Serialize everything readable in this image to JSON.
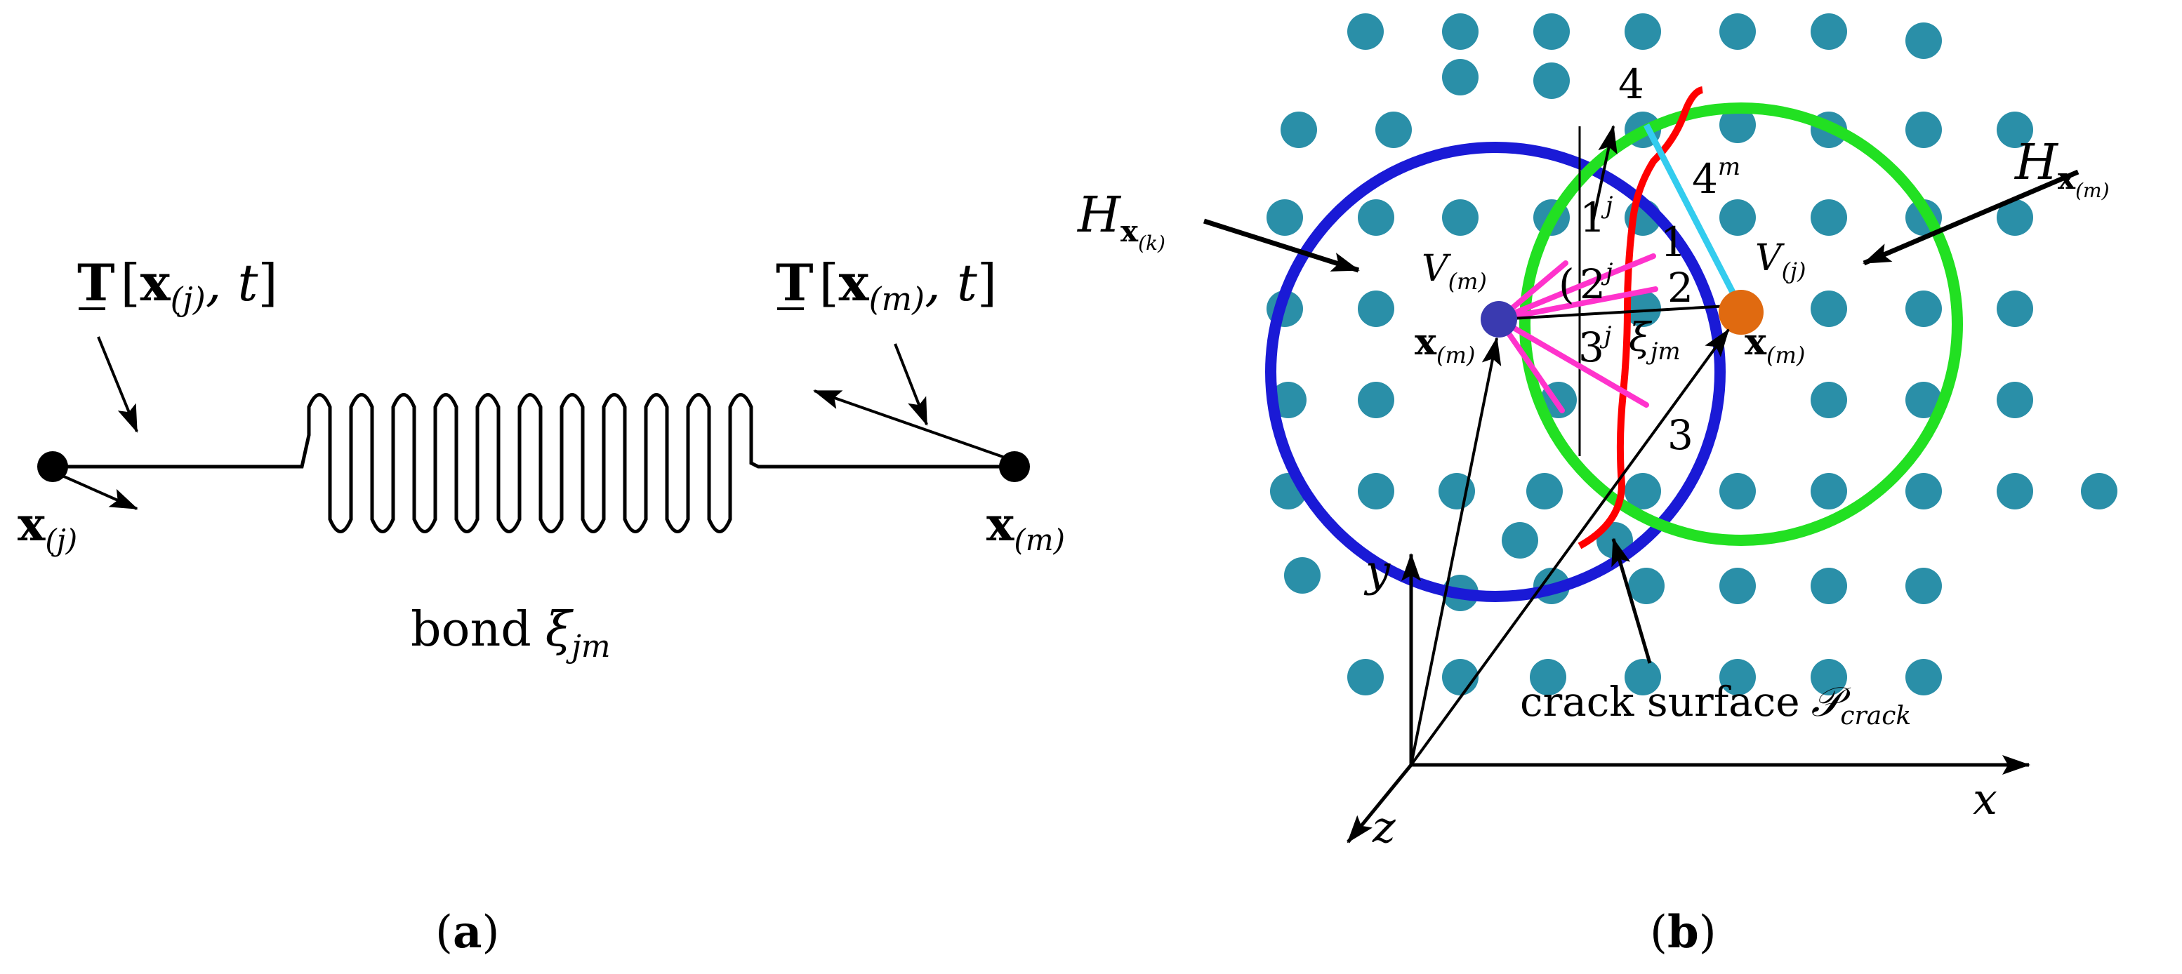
{
  "panel_a": {
    "caption_open": "(",
    "caption_letter": "a",
    "caption_close": ")",
    "traction_left": {
      "T": "T",
      "bracket_open": "[",
      "x": "x",
      "sub": "(j)",
      "rest": ", t",
      "bracket_close": "]"
    },
    "traction_right": {
      "T": "T",
      "bracket_open": "[",
      "x": "x",
      "sub": "(m)",
      "rest": ", t",
      "bracket_close": "]"
    },
    "node_left": {
      "x": "x",
      "sub": "(j)"
    },
    "node_right": {
      "x": "x",
      "sub": "(m)"
    },
    "bond": {
      "word": "bond",
      "xi": "ξ",
      "sub": "jm"
    }
  },
  "panel_b": {
    "caption_open": "(",
    "caption_letter": "b",
    "caption_close": ")",
    "horizon_left": {
      "H": "H",
      "x": "x",
      "sub": "(k)"
    },
    "horizon_right": {
      "H": "H",
      "x": "x",
      "sub": "(m)"
    },
    "volume_left": {
      "V": "V",
      "sub": "(m)"
    },
    "volume_right": {
      "V": "V",
      "sub": "(j)"
    },
    "point_left": {
      "x": "x",
      "sub": "(m)"
    },
    "point_right": {
      "x": "x",
      "sub": "(m)"
    },
    "bond": {
      "xi": "ξ",
      "sub": "jm"
    },
    "families": {
      "n1": "1",
      "n2": "2",
      "n3": "3",
      "n4": "4",
      "n1j": "1",
      "n2j": "2",
      "n3j": "3",
      "n4m": "4",
      "sup_j": "j",
      "sup_m": "m",
      "inner_paren": "("
    },
    "crack": {
      "text": "crack surface",
      "P": "𝒫",
      "sub": "crack"
    },
    "axes": {
      "x": "x",
      "y": "y",
      "z": "z"
    },
    "colors": {
      "particle": "#2a8fa8",
      "left_horizon": "#1a1ad6",
      "right_horizon": "#22e022",
      "crack": "#ff0000",
      "bonds": "#ff33cc",
      "bond_cyan": "#33ccee",
      "node_m": "#3a3ab0",
      "node_j": "#e06a10"
    }
  }
}
